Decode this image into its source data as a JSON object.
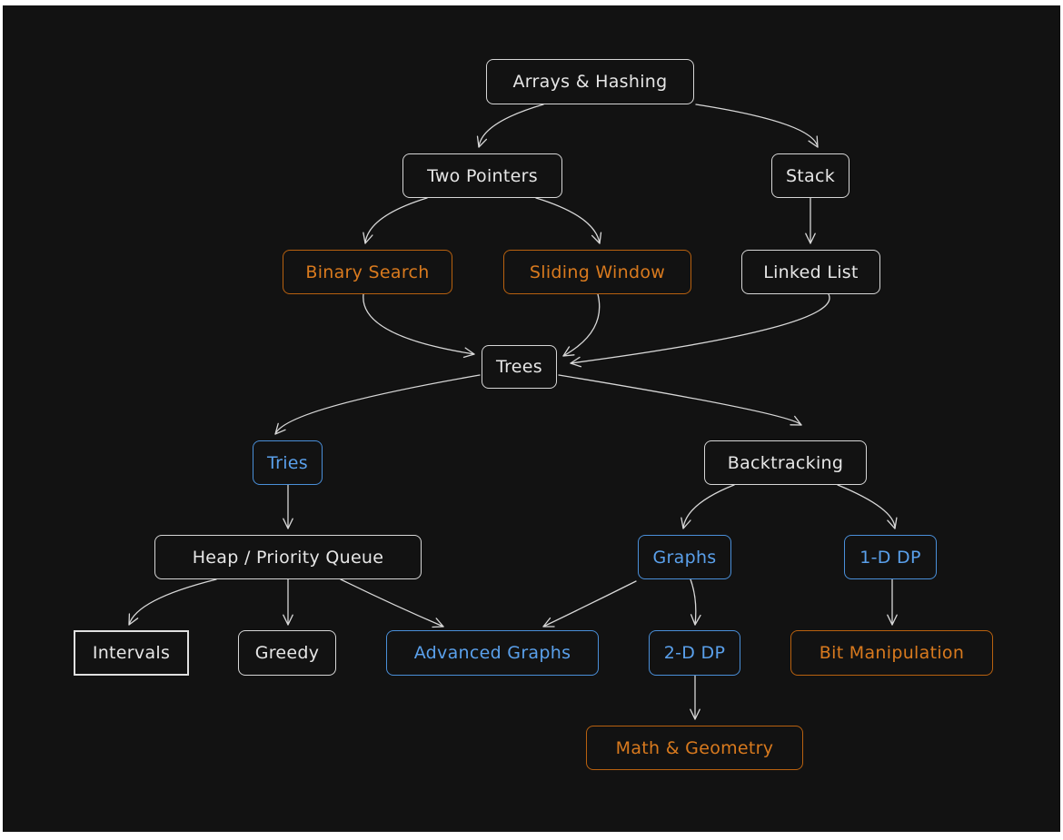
{
  "diagram": {
    "colors": {
      "background": "#121212",
      "edge": "#d8d8d8",
      "white": "#e6e6e6",
      "orange": "#d97a1e",
      "blue": "#5aa0eb"
    },
    "nodes": {
      "arrays_hashing": {
        "label": "Arrays & Hashing",
        "color": "white"
      },
      "two_pointers": {
        "label": "Two Pointers",
        "color": "white"
      },
      "stack": {
        "label": "Stack",
        "color": "white"
      },
      "binary_search": {
        "label": "Binary Search",
        "color": "orange"
      },
      "sliding_window": {
        "label": "Sliding Window",
        "color": "orange"
      },
      "linked_list": {
        "label": "Linked List",
        "color": "white"
      },
      "trees": {
        "label": "Trees",
        "color": "white"
      },
      "tries": {
        "label": "Tries",
        "color": "blue"
      },
      "backtracking": {
        "label": "Backtracking",
        "color": "white"
      },
      "heap": {
        "label": "Heap / Priority Queue",
        "color": "white"
      },
      "graphs": {
        "label": "Graphs",
        "color": "blue"
      },
      "dp_1d": {
        "label": "1-D DP",
        "color": "blue"
      },
      "intervals": {
        "label": "Intervals",
        "color": "white"
      },
      "greedy": {
        "label": "Greedy",
        "color": "white"
      },
      "advanced_graphs": {
        "label": "Advanced Graphs",
        "color": "blue"
      },
      "dp_2d": {
        "label": "2-D DP",
        "color": "blue"
      },
      "bit_manipulation": {
        "label": "Bit Manipulation",
        "color": "orange"
      },
      "math_geometry": {
        "label": "Math & Geometry",
        "color": "orange"
      }
    },
    "edges": [
      [
        "arrays_hashing",
        "two_pointers"
      ],
      [
        "arrays_hashing",
        "stack"
      ],
      [
        "two_pointers",
        "binary_search"
      ],
      [
        "two_pointers",
        "sliding_window"
      ],
      [
        "stack",
        "linked_list"
      ],
      [
        "binary_search",
        "trees"
      ],
      [
        "sliding_window",
        "trees"
      ],
      [
        "linked_list",
        "trees"
      ],
      [
        "trees",
        "tries"
      ],
      [
        "trees",
        "backtracking"
      ],
      [
        "tries",
        "heap"
      ],
      [
        "backtracking",
        "graphs"
      ],
      [
        "backtracking",
        "dp_1d"
      ],
      [
        "heap",
        "intervals"
      ],
      [
        "heap",
        "greedy"
      ],
      [
        "heap",
        "advanced_graphs"
      ],
      [
        "graphs",
        "advanced_graphs"
      ],
      [
        "graphs",
        "dp_2d"
      ],
      [
        "dp_1d",
        "bit_manipulation"
      ],
      [
        "dp_2d",
        "math_geometry"
      ]
    ]
  }
}
